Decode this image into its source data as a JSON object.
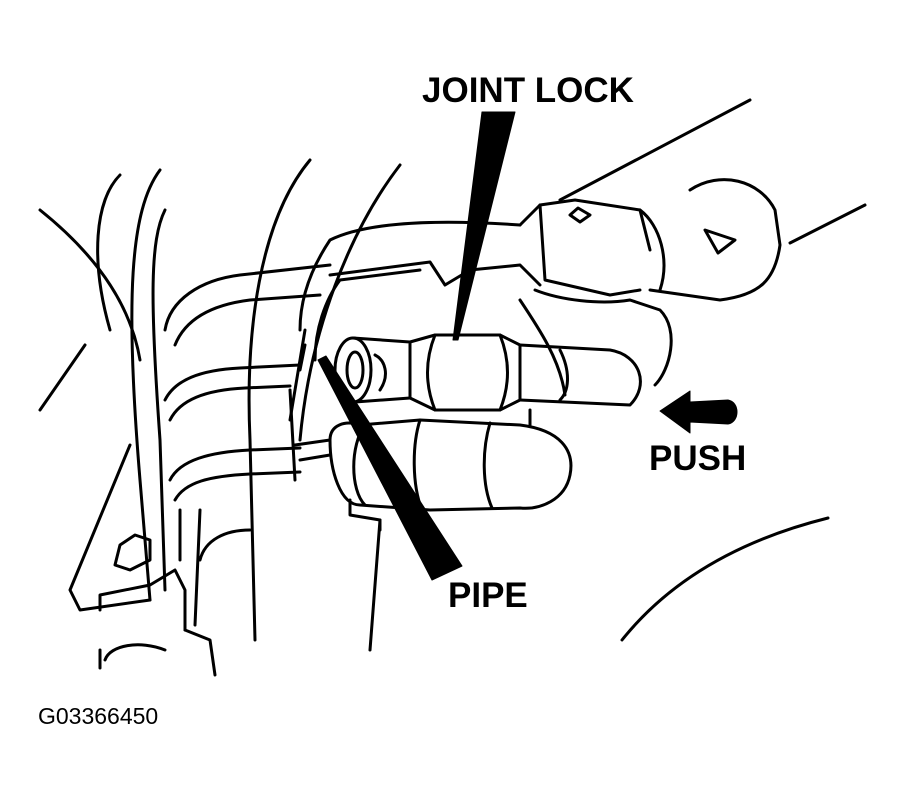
{
  "labels": {
    "joint_lock": "JOINT LOCK",
    "push": "PUSH",
    "pipe": "PIPE"
  },
  "figure_id": "G03366450",
  "colors": {
    "ink": "#000000",
    "paper": "#ffffff"
  },
  "icons": {
    "push_arrow": "left-arrow-icon"
  }
}
